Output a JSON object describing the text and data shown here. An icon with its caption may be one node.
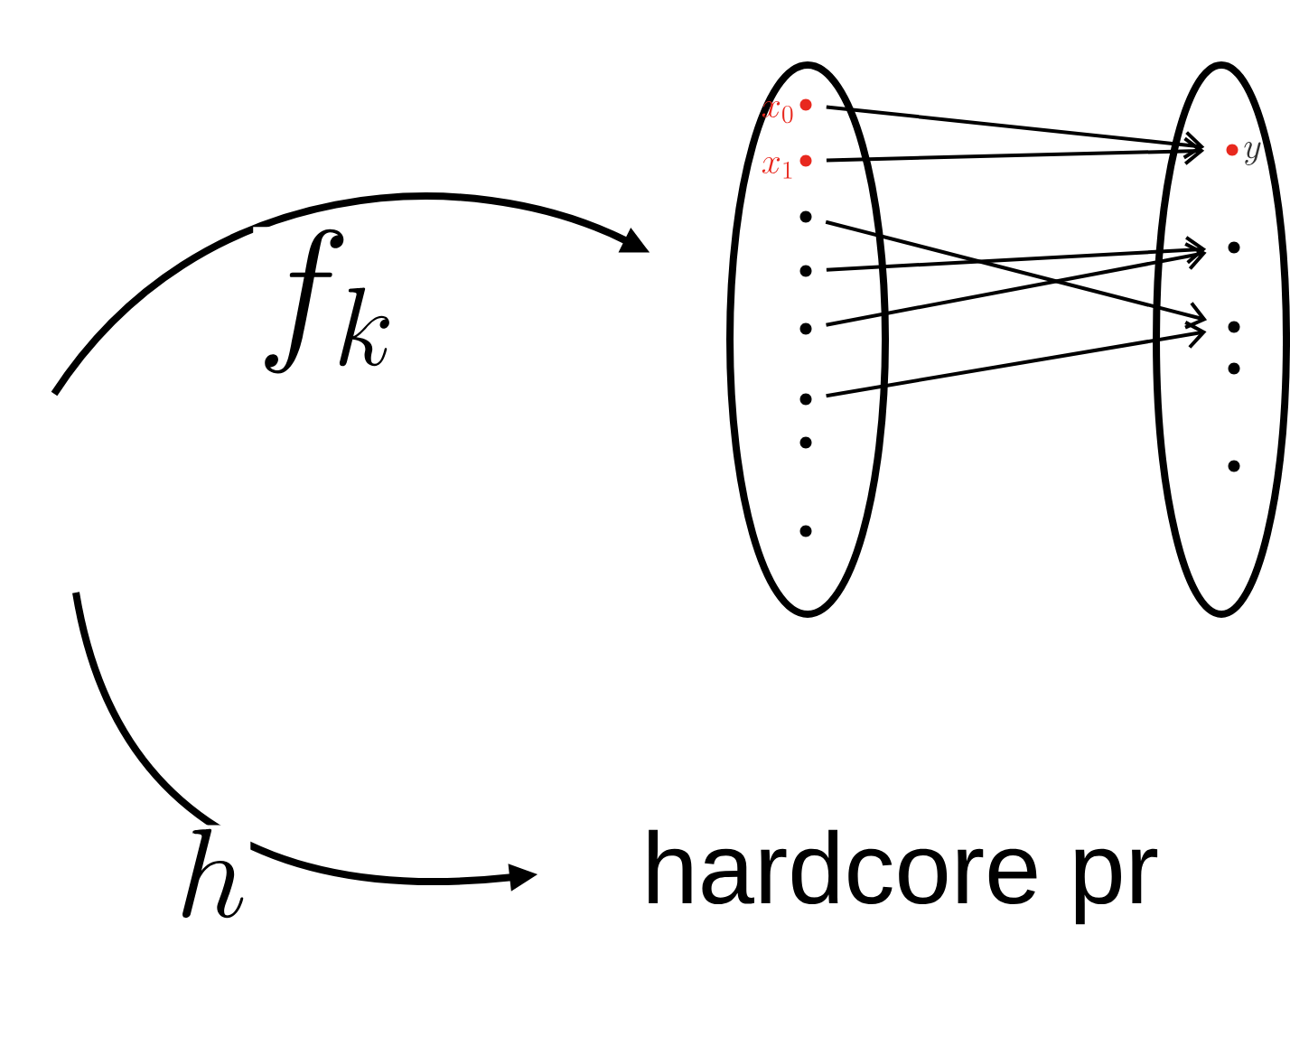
{
  "diagram": {
    "nodes": [
      {
        "text": [],
        "shape": "ellipse"
      },
      {
        "text": [],
        "shape": "circle",
        "in": 0,
        "beside": [
          "x_0"
        ]
      },
      {
        "text": [],
        "shape": "circle",
        "in": 0,
        "beside": [
          "x_1"
        ]
      },
      {
        "text": [],
        "shape": "circle",
        "in": 0
      },
      {
        "text": [],
        "shape": "circle",
        "in": 0
      },
      {
        "text": [],
        "shape": "circle",
        "in": 0
      },
      {
        "text": [],
        "shape": "circle",
        "in": 0
      },
      {
        "text": [],
        "shape": "circle",
        "in": 0
      },
      {
        "text": [],
        "shape": "circle",
        "in": 0
      },
      {
        "text": [],
        "shape": "ellipse"
      },
      {
        "text": [],
        "shape": "circle",
        "in": 9,
        "beside": [
          "y"
        ]
      },
      {
        "text": [],
        "shape": "circle",
        "in": 9
      },
      {
        "text": [],
        "shape": "circle",
        "in": 9
      },
      {
        "text": [],
        "shape": "circle",
        "in": 9
      },
      {
        "text": [],
        "shape": "circle",
        "in": 9
      },
      {
        "text": [
          "hardcore pr"
        ]
      }
    ],
    "edges": [
      {
        "from": null,
        "to": 0,
        "arrow": "to",
        "label": "f_k",
        "style": "thick"
      },
      {
        "from": null,
        "to": 15,
        "arrow": "to",
        "label": "h",
        "style": "thick"
      },
      {
        "from": 1,
        "to": 10,
        "arrow": "to"
      },
      {
        "from": 2,
        "to": 10,
        "arrow": "to"
      },
      {
        "from": 3,
        "to": 12,
        "arrow": "to"
      },
      {
        "from": 4,
        "to": 11,
        "arrow": "to"
      },
      {
        "from": 5,
        "to": 11,
        "arrow": "to"
      },
      {
        "from": 6,
        "to": 12,
        "arrow": "to"
      }
    ]
  }
}
